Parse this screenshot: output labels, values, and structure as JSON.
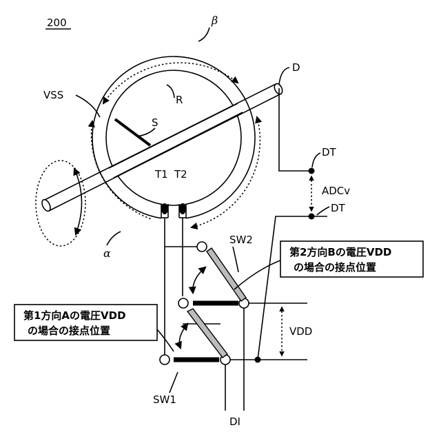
{
  "figure_number": "200",
  "labels": {
    "beta": "β",
    "alpha": "α",
    "D": "D",
    "R": "R",
    "S": "S",
    "VSS": "VSS",
    "T1": "T1",
    "T2": "T2",
    "DT_top": "DT",
    "DT_bottom": "DT",
    "ADCv": "ADCv",
    "SW1": "SW1",
    "SW2": "SW2",
    "VDD": "VDD",
    "DI": "DI"
  },
  "callouts": {
    "direction_b": [
      "第2方向Bの電圧VDD",
      "の場合の接点位置"
    ],
    "direction_a": [
      "第1方向Aの電圧VDD",
      "の場合の接点位置"
    ]
  }
}
